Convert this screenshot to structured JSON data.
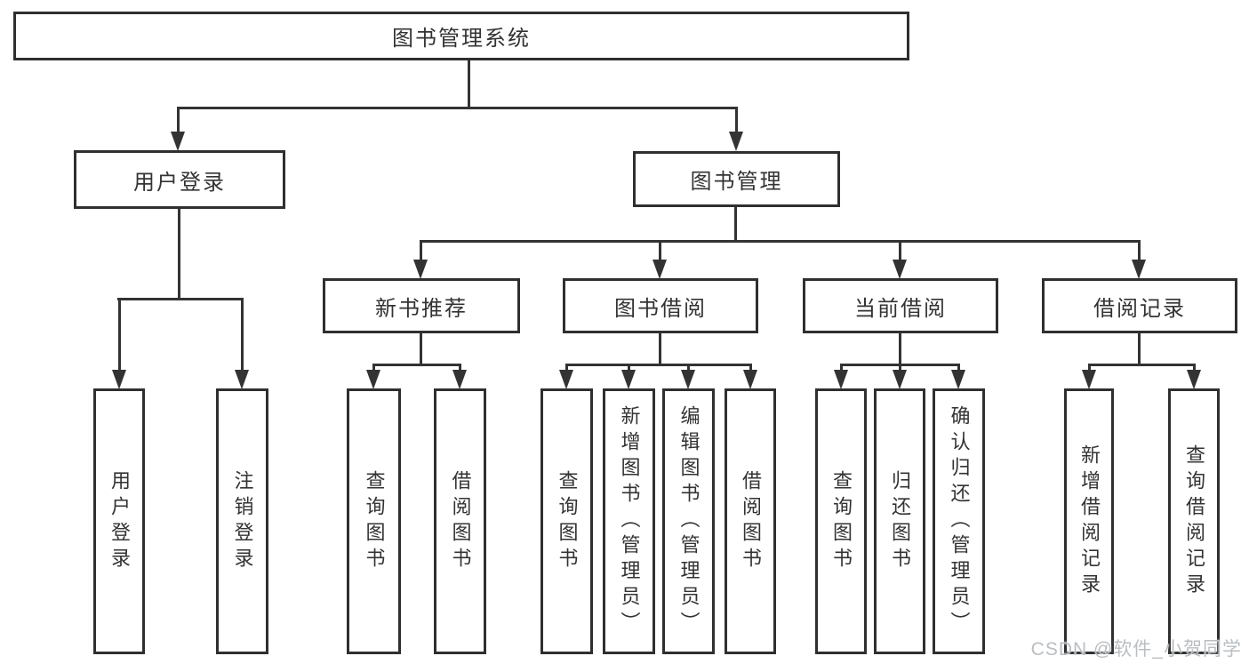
{
  "tree": {
    "label": "图书管理系统",
    "children": [
      {
        "label": "用户登录",
        "children": [
          {
            "label": "用户登录"
          },
          {
            "label": "注销登录"
          }
        ]
      },
      {
        "label": "图书管理",
        "children": [
          {
            "label": "新书推荐",
            "children": [
              {
                "label": "查询图书"
              },
              {
                "label": "借阅图书"
              }
            ]
          },
          {
            "label": "图书借阅",
            "children": [
              {
                "label": "查询图书"
              },
              {
                "label": "新增图书（管理员）"
              },
              {
                "label": "编辑图书（管理员）"
              },
              {
                "label": "借阅图书"
              }
            ]
          },
          {
            "label": "当前借阅",
            "children": [
              {
                "label": "查询图书"
              },
              {
                "label": "归还图书"
              },
              {
                "label": "确认归还（管理员）"
              }
            ]
          },
          {
            "label": "借阅记录",
            "children": [
              {
                "label": "新增借阅记录"
              },
              {
                "label": "查询借阅记录"
              }
            ]
          }
        ]
      }
    ]
  },
  "watermark": {
    "text": "CSDN @软件_小贺同学"
  },
  "colors": {
    "line": "#333333",
    "box_border": "#2f2f2f",
    "text": "#333333",
    "watermark": "#b9bec2",
    "background": "#ffffff"
  }
}
